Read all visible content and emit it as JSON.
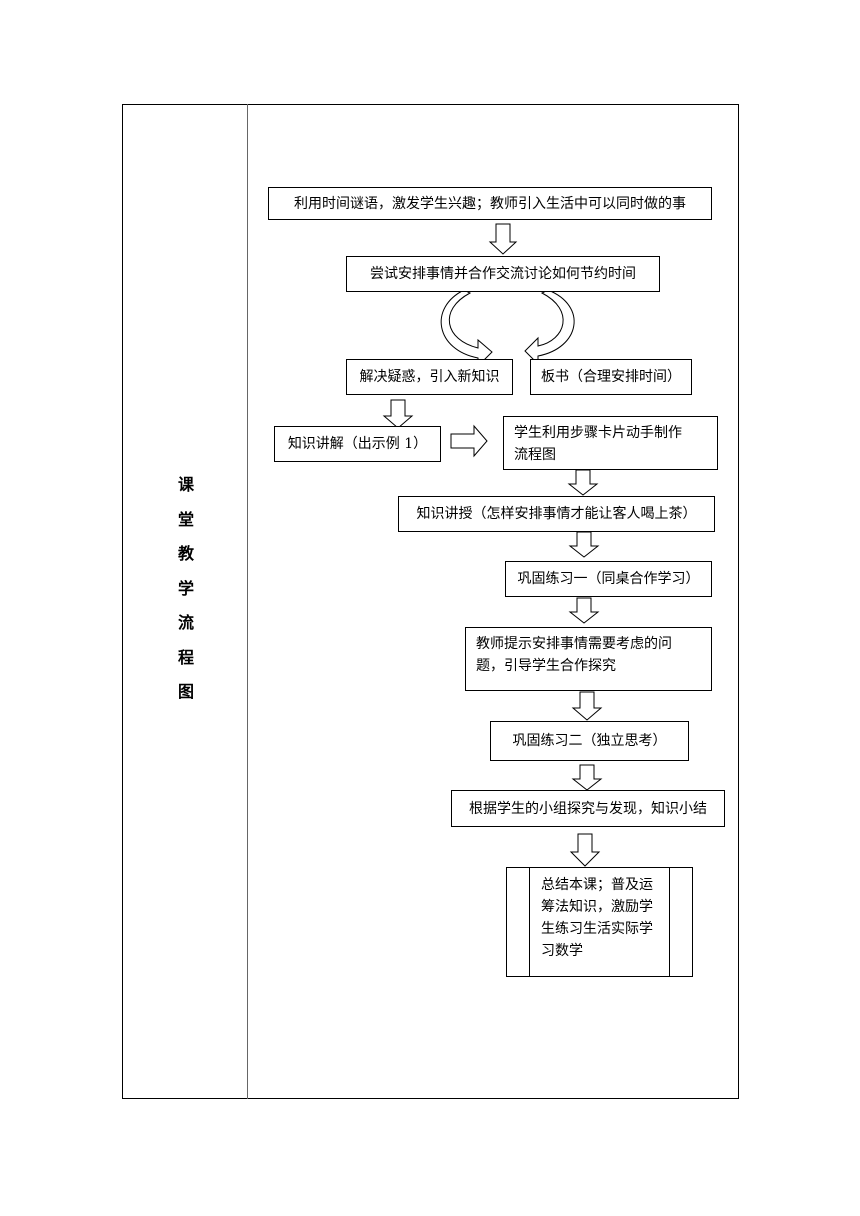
{
  "side_label": [
    "课",
    "堂",
    "教",
    "学",
    "流",
    "程",
    "图"
  ],
  "steps": {
    "s1": "利用时间谜语，激发学生兴趣；教师引入生活中可以同时做的事",
    "s2": "尝试安排事情并合作交流讨论如何节约时间",
    "s3": "解决疑惑，引入新知识",
    "s4": "板书（合理安排时间）",
    "s5": "知识讲解（出示例 1）",
    "s6": [
      "学生利用步骤卡片动手制作",
      "流程图"
    ],
    "s7": "知识讲授（怎样安排事情才能让客人喝上茶）",
    "s8": "巩固练习一（同桌合作学习）",
    "s9": [
      "教师提示安排事情需要考虑的问",
      "题，引导学生合作探究"
    ],
    "s10": "巩固练习二（独立思考）",
    "s11": "根据学生的小组探究与发现，知识小结",
    "s12": [
      "总结本课；普及运",
      "筹法知识，激励学",
      "生练习生活实际学",
      "习数学"
    ]
  }
}
